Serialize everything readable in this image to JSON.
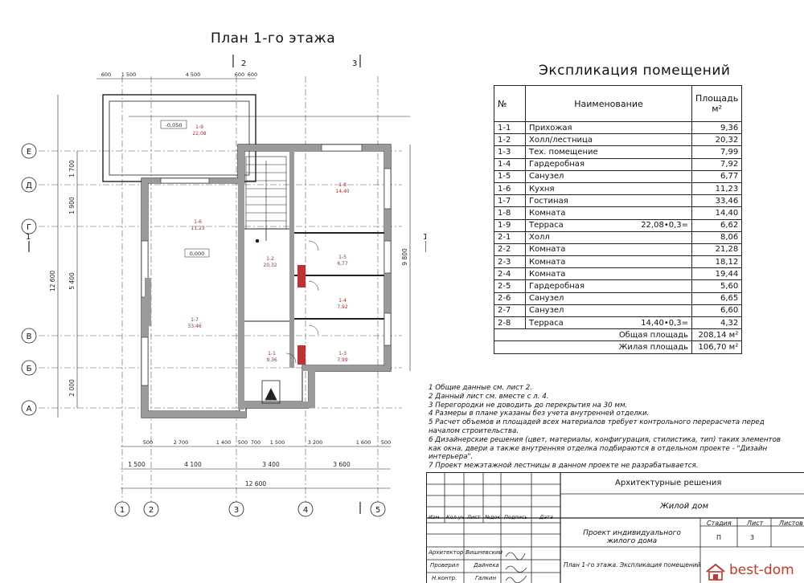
{
  "plan": {
    "title": "План 1-го этажа",
    "axes_letters": [
      "Е",
      "Д",
      "Г",
      "В",
      "Б",
      "А"
    ],
    "axes_numbers": [
      "1",
      "2",
      "3",
      "4",
      "5"
    ],
    "section_marks": [
      "2",
      "3",
      "1",
      "1"
    ],
    "dims_top": [
      "600",
      "1 500",
      "4 500",
      "600",
      "600"
    ],
    "dims_bottom_1": [
      "500",
      "2 700",
      "1 400",
      "500",
      "700",
      "1 500",
      "3 200",
      "1 600",
      "500"
    ],
    "dims_bottom_2": [
      "1 500",
      "4 100",
      "3 400",
      "3 600"
    ],
    "dims_bottom_total": "12 600",
    "dims_left_1": [
      "1 700",
      "1 900",
      "5 400",
      "2 000"
    ],
    "dims_left_total": "12 600",
    "dims_right_total": "9 800",
    "room_labels": [
      {
        "no": "1-9",
        "area": "22,08"
      },
      {
        "no": "1-8",
        "area": "14,40"
      },
      {
        "no": "1-6",
        "area": "11,23"
      },
      {
        "no": "1-2",
        "area": "20,32"
      },
      {
        "no": "1-5",
        "area": "6,77"
      },
      {
        "no": "1-4",
        "area": "7,92"
      },
      {
        "no": "1-7",
        "area": "33,46"
      },
      {
        "no": "1-1",
        "area": "9,36"
      },
      {
        "no": "1-3",
        "area": "7,99"
      }
    ],
    "level_marks": [
      "-0,050",
      "0,000"
    ]
  },
  "explication": {
    "title": "Экспликация помещений",
    "headers": {
      "no": "№",
      "name": "Наименование",
      "area": "Площадь",
      "unit": "м²"
    },
    "rows": [
      {
        "no": "1-1",
        "name": "Прихожая",
        "formula": "",
        "area": "9,36"
      },
      {
        "no": "1-2",
        "name": "Холл/лестница",
        "formula": "",
        "area": "20,32"
      },
      {
        "no": "1-3",
        "name": "Тех. помещение",
        "formula": "",
        "area": "7,99"
      },
      {
        "no": "1-4",
        "name": "Гардеробная",
        "formula": "",
        "area": "7,92"
      },
      {
        "no": "1-5",
        "name": "Санузел",
        "formula": "",
        "area": "6,77"
      },
      {
        "no": "1-6",
        "name": "Кухня",
        "formula": "",
        "area": "11,23"
      },
      {
        "no": "1-7",
        "name": "Гостиная",
        "formula": "",
        "area": "33,46"
      },
      {
        "no": "1-8",
        "name": "Комната",
        "formula": "",
        "area": "14,40"
      },
      {
        "no": "1-9",
        "name": "Терраса",
        "formula": "22,08•0,3=",
        "area": "6,62"
      },
      {
        "no": "2-1",
        "name": "Холл",
        "formula": "",
        "area": "8,06"
      },
      {
        "no": "2-2",
        "name": "Комната",
        "formula": "",
        "area": "21,28"
      },
      {
        "no": "2-3",
        "name": "Комната",
        "formula": "",
        "area": "18,12"
      },
      {
        "no": "2-4",
        "name": "Комната",
        "formula": "",
        "area": "19,44"
      },
      {
        "no": "2-5",
        "name": "Гардеробная",
        "formula": "",
        "area": "5,60"
      },
      {
        "no": "2-6",
        "name": "Санузел",
        "formula": "",
        "area": "6,65"
      },
      {
        "no": "2-7",
        "name": "Санузел",
        "formula": "",
        "area": "6,60"
      },
      {
        "no": "2-8",
        "name": "Терраса",
        "formula": "14,40•0,3=",
        "area": "4,32"
      }
    ],
    "total_label": "Общая площадь",
    "total_value": "208,14 м²",
    "living_label": "Жилая площадь",
    "living_value": "106,70 м²"
  },
  "notes": [
    "1 Общие данные см. лист 2.",
    "2 Данный лист см. вместе с л. 4.",
    "3 Перегородки не доводить до перекрытия на 30 мм.",
    "4 Размеры в плане указаны без учета внутренней отделки.",
    "5 Расчет объемов и площадей всех материалов требует контрольного перерасчета перед началом строительства.",
    "6 Дизайнерские решения (цвет, материалы, конфигурация, стилистика, тип) таких элементов как окна, двери а также внутренняя отделка подбираются в отдельном проекте - \"Дизайн интерьера\".",
    "7 Проект межэтажной лестницы в данном проекте не разрабатывается."
  ],
  "stamp": {
    "section": "Архитектурные решения",
    "object": "Жилой дом",
    "project": "Проект индивидуального жилого дома",
    "sheet_title": "План 1-го этажа. Экспликация помещений",
    "cols": [
      "Изм.",
      "Кол.уч",
      "Лист",
      "№док.",
      "Подпись",
      "Дата"
    ],
    "roles": [
      {
        "role": "Архитектор",
        "name": "Вишневский"
      },
      {
        "role": "Проверил",
        "name": "Дайнека"
      },
      {
        "role": "Н.контр.",
        "name": "Галкин"
      }
    ],
    "stage_label": "Стадия",
    "stage": "П",
    "sheet_label": "Лист",
    "sheet": "3",
    "sheets_label": "Листов",
    "sheets": ""
  },
  "logo": {
    "text": "best-dom",
    "color": "#c0392b"
  }
}
